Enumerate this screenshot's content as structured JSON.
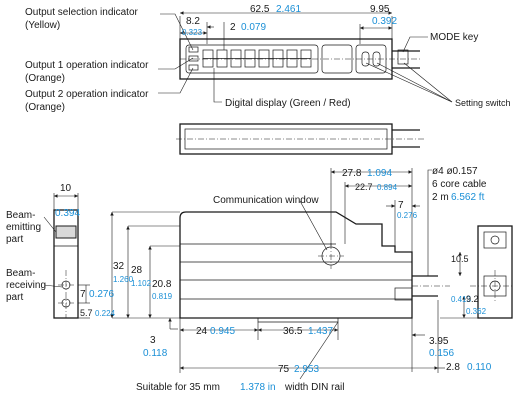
{
  "labels": {
    "output_selection_indicator": "Output selection indicator",
    "output_selection_color": "(Yellow)",
    "output1_indicator": "Output 1 operation indicator",
    "output1_color": "(Orange)",
    "output2_indicator": "Output 2 operation indicator",
    "output2_color": "(Orange)",
    "digital_display": "Digital display (Green / Red)",
    "mode_key": "MODE key",
    "setting_switch": "Setting switch",
    "communication_window": "Communication window",
    "beam_emitting_1": "Beam-",
    "beam_emitting_2": "emitting",
    "beam_emitting_3": "part",
    "beam_receiving_1": "Beam-",
    "beam_receiving_2": "receiving",
    "beam_receiving_3": "part",
    "cable_1": "ø4 ø0.157",
    "cable_2": "6 core cable",
    "cable_3_mm": "2 m",
    "cable_3_ft": "6.562 ft",
    "din_rail_prefix": "Suitable for 35 mm",
    "din_rail_inch": "1.378 in",
    "din_rail_suffix": "width DIN rail"
  },
  "dimensions": {
    "d62_5": {
      "mm": "62.5",
      "inch": "2.461"
    },
    "d9_95": {
      "mm": "9.95",
      "inch": "0.392"
    },
    "d8_2": {
      "mm": "8.2",
      "inch": "0.323"
    },
    "d2": {
      "mm": "2",
      "inch": "0.079"
    },
    "d10": {
      "mm": "10",
      "inch": "0.394"
    },
    "d32": {
      "mm": "32",
      "inch": "1.260"
    },
    "d28": {
      "mm": "28",
      "inch": "1.102"
    },
    "d20_8": {
      "mm": "20.8",
      "inch": "0.819"
    },
    "d7_left": {
      "mm": "7",
      "inch": "0.276"
    },
    "d5_7": {
      "mm": "5.7",
      "inch": "0.224"
    },
    "d27_8": {
      "mm": "27.8",
      "inch": "1.094"
    },
    "d22_7": {
      "mm": "22.7",
      "inch": "0.894"
    },
    "d7_right": {
      "mm": "7",
      "inch": "0.276"
    },
    "d24": {
      "mm": "24",
      "inch": "0.945"
    },
    "d36_5": {
      "mm": "36.5",
      "inch": "1.437"
    },
    "d3": {
      "mm": "3",
      "inch": "0.118"
    },
    "d75": {
      "mm": "75",
      "inch": "2.953"
    },
    "d10_5": {
      "mm": "10.5",
      "inch": "0.413"
    },
    "d9_2": {
      "mm": "9.2",
      "inch": "0.362"
    },
    "d3_95": {
      "mm": "3.95",
      "inch": "0.156"
    },
    "d2_8": {
      "mm": "2.8",
      "inch": "0.110"
    }
  },
  "colors": {
    "line": "#1a1a1a",
    "inch_text": "#1a8fd6",
    "shade": "#d9d9d9"
  }
}
